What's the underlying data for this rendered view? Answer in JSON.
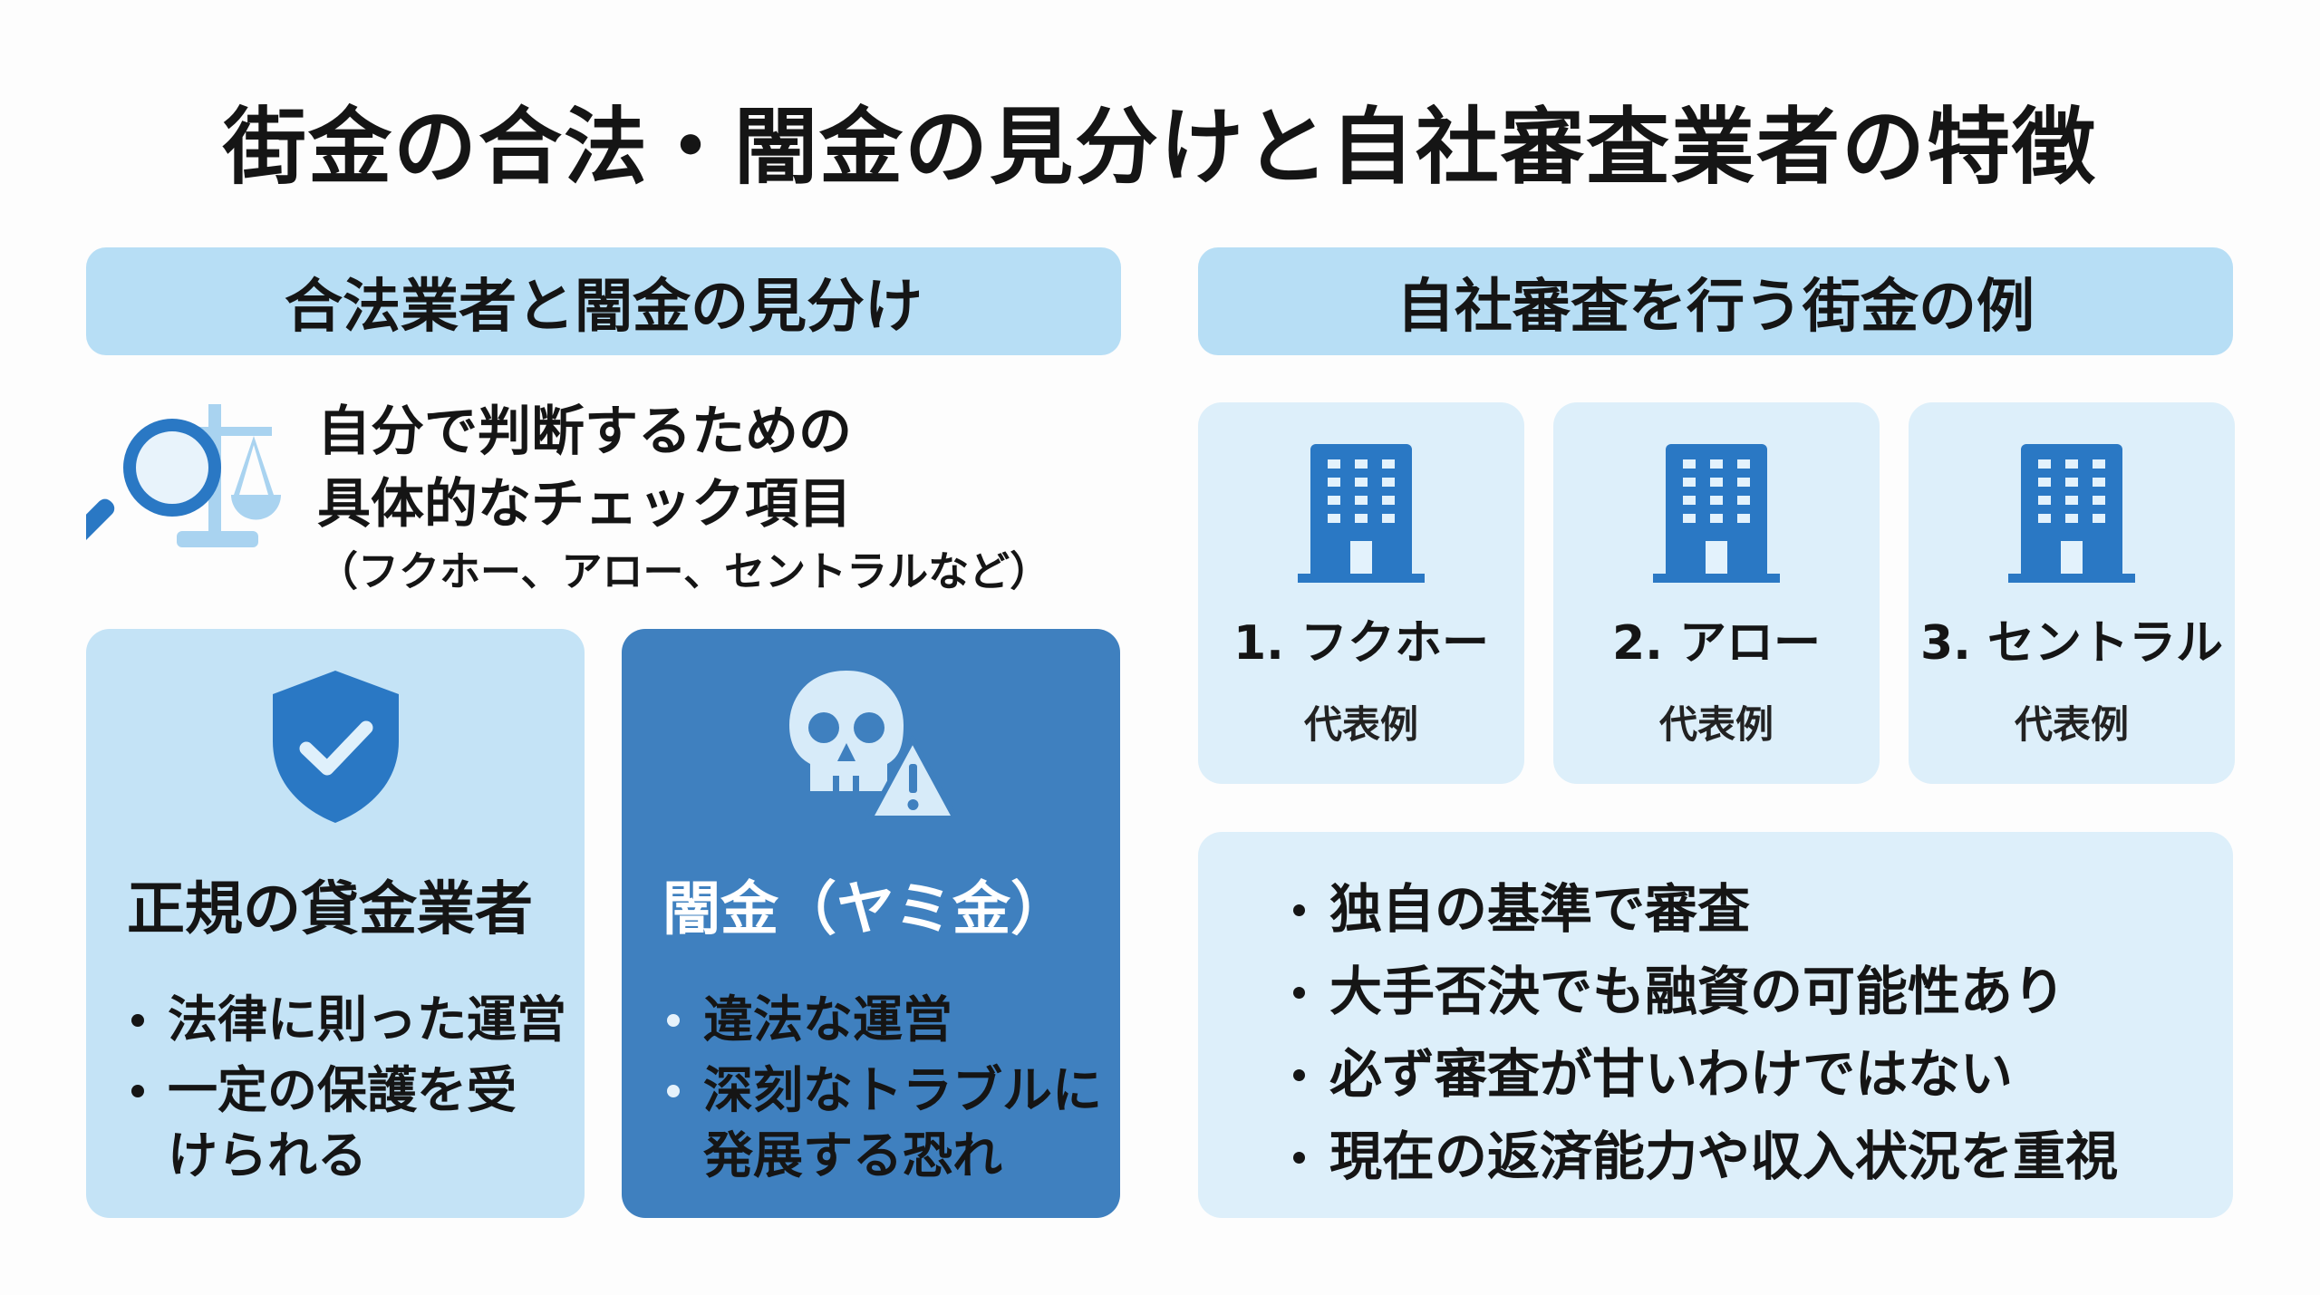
{
  "title": "街金の合法・闇金の見分けと自社審査業者の特徴",
  "left": {
    "header": "合法業者と闇金の見分け",
    "intro_line1": "自分で判断するための",
    "intro_line2": "具体的なチェック項目",
    "intro_sub": "（フクホー、アロー、セントラルなど）",
    "legal": {
      "title": "正規の貸金業者",
      "items": [
        "法律に則った運営",
        "一定の保護を受けられる"
      ]
    },
    "illegal": {
      "title": "闇金（ヤミ金）",
      "items": [
        "違法な運営",
        "深刻なトラブルに発展する恐れ"
      ]
    }
  },
  "right": {
    "header": "自社審査を行う街金の例",
    "companies": [
      {
        "name": "1. フクホー",
        "label": "代表例"
      },
      {
        "name": "2. アロー",
        "label": "代表例"
      },
      {
        "name": "3. セントラル",
        "label": "代表例"
      }
    ],
    "features": [
      "独自の基準で審査",
      "大手否決でも融資の可能性あり",
      "必ず審査が甘いわけではない",
      "現在の返済能力や収入状況を重視"
    ]
  },
  "colors": {
    "header_bg": "#b7def5",
    "light_card": "#c4e3f6",
    "dark_card": "#3f80bf",
    "icon_blue": "#2a78c4"
  }
}
